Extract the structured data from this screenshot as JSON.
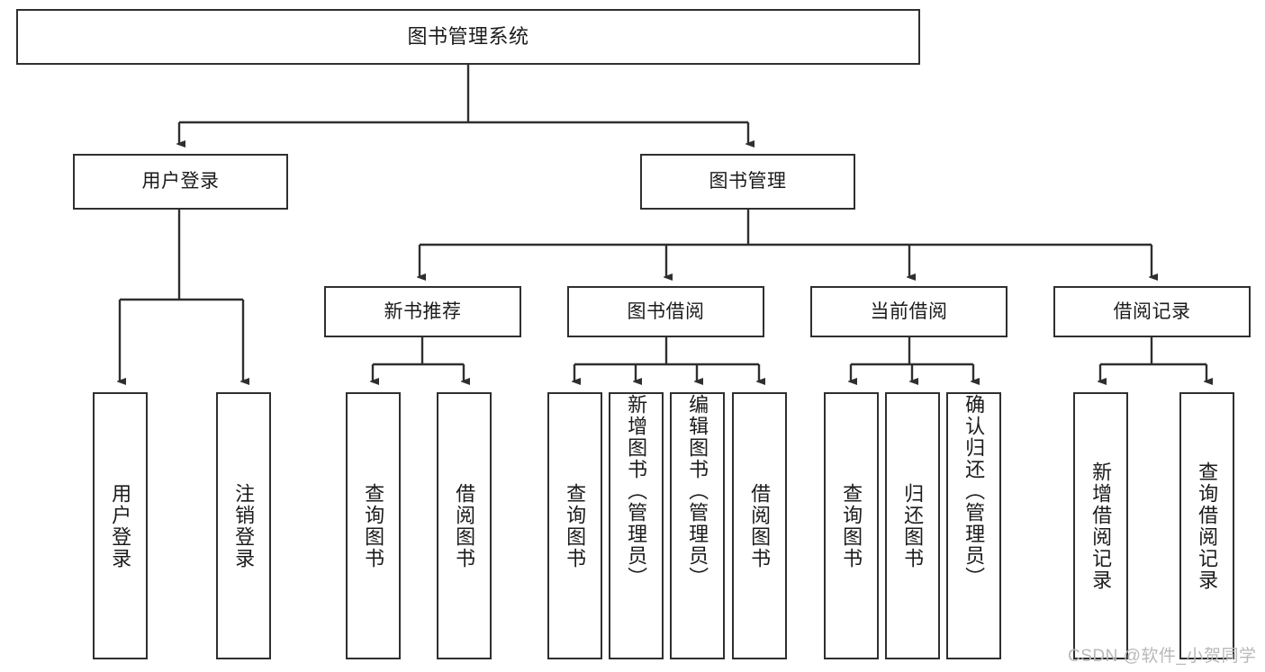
{
  "diagram": {
    "title": "图书管理系统",
    "root": {
      "label": "图书管理系统"
    },
    "level2": [
      {
        "label": "用户登录"
      },
      {
        "label": "图书管理"
      }
    ],
    "level3": [
      {
        "label": "新书推荐"
      },
      {
        "label": "图书借阅"
      },
      {
        "label": "当前借阅"
      },
      {
        "label": "借阅记录"
      }
    ],
    "leaves": {
      "user_login": [
        {
          "label": "用户登录"
        },
        {
          "label": "注销登录"
        }
      ],
      "new_book_recommend": [
        {
          "label": "查询图书"
        },
        {
          "label": "借阅图书"
        }
      ],
      "book_borrow": [
        {
          "label": "查询图书"
        },
        {
          "label": "新增图书（管理员）"
        },
        {
          "label": "编辑图书（管理员）"
        },
        {
          "label": "借阅图书"
        }
      ],
      "current_borrow": [
        {
          "label": "查询图书"
        },
        {
          "label": "归还图书"
        },
        {
          "label": "确认归还（管理员）"
        }
      ],
      "borrow_record": [
        {
          "label": "新增借阅记录"
        },
        {
          "label": "查询借阅记录"
        }
      ]
    }
  },
  "watermark": {
    "text": "CSDN @软件_小贺同学"
  },
  "colors": {
    "border": "#2f2f2f",
    "background": "#ffffff",
    "text": "#1b1b1b",
    "watermark": "#b9b9b9"
  }
}
